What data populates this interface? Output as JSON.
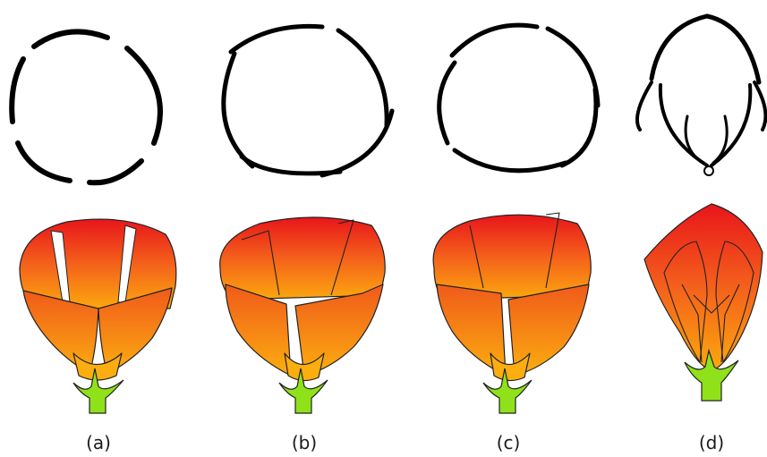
{
  "panels": [
    {
      "id": "a",
      "label": "(a)"
    },
    {
      "id": "b",
      "label": "(b)"
    },
    {
      "id": "c",
      "label": "(c)"
    },
    {
      "id": "d",
      "label": "(d)"
    }
  ],
  "colors": {
    "petal_top": "#e8151b",
    "petal_mid": "#f4611b",
    "petal_bottom": "#fca80e",
    "sepal": "#8fe21a",
    "outline": "#000000"
  }
}
